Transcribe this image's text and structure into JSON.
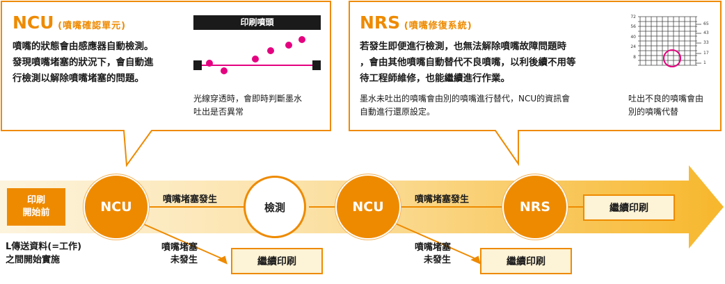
{
  "ncu_panel": {
    "title": "NCU",
    "subtitle": "(噴嘴確認單元)",
    "description_lines": [
      "噴嘴的狀態會由感應器自動檢測。",
      "發現噴嘴堵塞的狀況下，會自動進",
      "行檢測以解除噴嘴堵塞的問題。"
    ],
    "diagram_header": "印刷噴頭",
    "diagram_caption_lines": [
      "光線穿透時，會即時判斷墨水",
      "吐出是否異常"
    ]
  },
  "nrs_panel": {
    "title": "NRS",
    "subtitle": "(噴嘴修復系統)",
    "description_lines": [
      "若發生即便進行檢測，也無法解除噴嘴故障問題時",
      "，會由其他噴嘴自動替代不良噴嘴，以利後續不用等",
      "待工程師維修，也能繼續進行作業。"
    ],
    "note_lines": [
      "墨水未吐出的噴嘴會由別的噴嘴進行替代，NCU的資訊會",
      "自動進行還原設定。"
    ],
    "grid_left_ticks": [
      "72",
      "56",
      "40",
      "24",
      "8"
    ],
    "grid_right_ticks": [
      "65",
      "43",
      "33",
      "17",
      "1"
    ],
    "grid_caption_lines": [
      "吐出不良的噴嘴會由",
      "別的噴嘴代替"
    ]
  },
  "flow": {
    "start_lines": [
      "印刷",
      "開始前"
    ],
    "start_note_lines": [
      "L傳送資料(=工作)",
      "之間開始實施"
    ],
    "ncu1": "NCU",
    "clog1": "噴嘴堵塞發生",
    "inspect": "檢測",
    "ncu2": "NCU",
    "clog2": "噴嘴堵塞發生",
    "nrs": "NRS",
    "continue_main": "繼續印刷",
    "no_clog1_lines": [
      "噴嘴堵塞",
      "未發生"
    ],
    "continue1": "繼續印刷",
    "no_clog2_lines": [
      "噴嘴堵塞",
      "未發生"
    ],
    "continue2": "繼續印刷"
  },
  "colors": {
    "accent": "#ee8a00",
    "magenta": "#e4007f",
    "light": "#fdf3d6"
  }
}
